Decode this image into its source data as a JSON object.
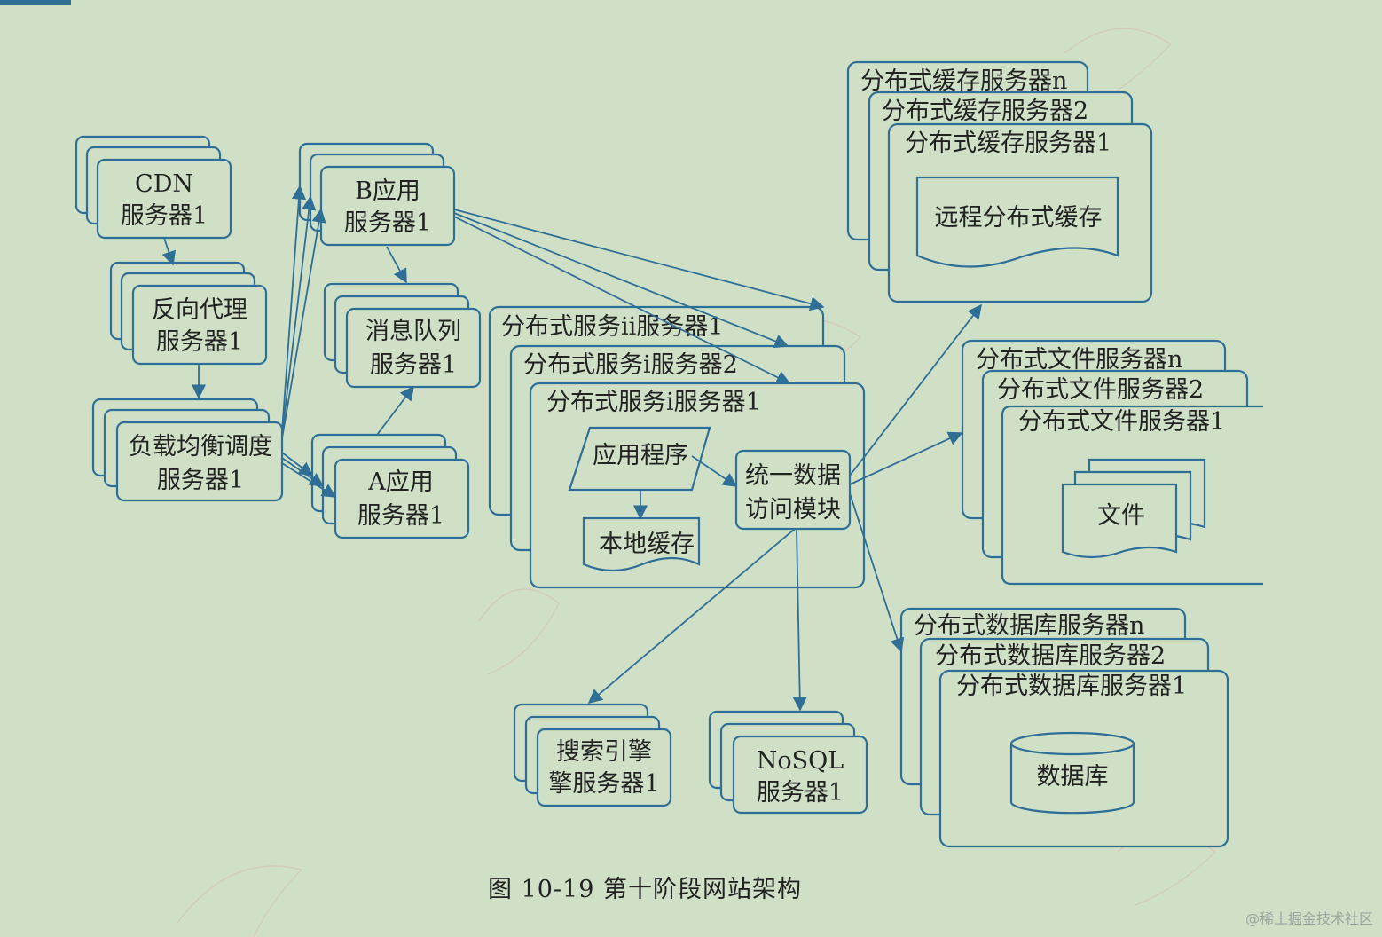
{
  "nodes": {
    "cdn": [
      "CDN",
      "服务器1"
    ],
    "reverse_proxy": [
      "反向代理",
      "服务器1"
    ],
    "load_balancer": [
      "负载均衡调度",
      "服务器1"
    ],
    "b_app": [
      "B应用",
      "服务器1"
    ],
    "mq": [
      "消息队列",
      "服务器1"
    ],
    "a_app": [
      "A应用",
      "服务器1"
    ],
    "dist_service": {
      "titles": [
        "分布式服务ii服务器1",
        "分布式服务i服务器2",
        "分布式服务i服务器1"
      ],
      "app_program": "应用程序",
      "local_cache": "本地缓存",
      "unified_access": [
        "统一数据",
        "访问模块"
      ]
    },
    "cache": {
      "titles": [
        "分布式缓存服务器n",
        "分布式缓存服务器2",
        "分布式缓存服务器1"
      ],
      "inner": "远程分布式缓存"
    },
    "file": {
      "titles": [
        "分布式文件服务器n",
        "分布式文件服务器2",
        "分布式文件服务器1"
      ],
      "inner": "文件"
    },
    "db": {
      "titles": [
        "分布式数据库服务器n",
        "分布式数据库服务器2",
        "分布式数据库服务器1"
      ],
      "inner": "数据库"
    },
    "search": [
      "搜索引擎",
      "擎服务器1"
    ],
    "nosql": [
      "NoSQL",
      "服务器1"
    ]
  },
  "caption": "图 10-19    第十阶段网站架构",
  "site_mark": "@稀土掘金技术社区",
  "colors": {
    "background": "#cfe0c6",
    "stroke": "#2f6f96",
    "text": "#222222"
  }
}
